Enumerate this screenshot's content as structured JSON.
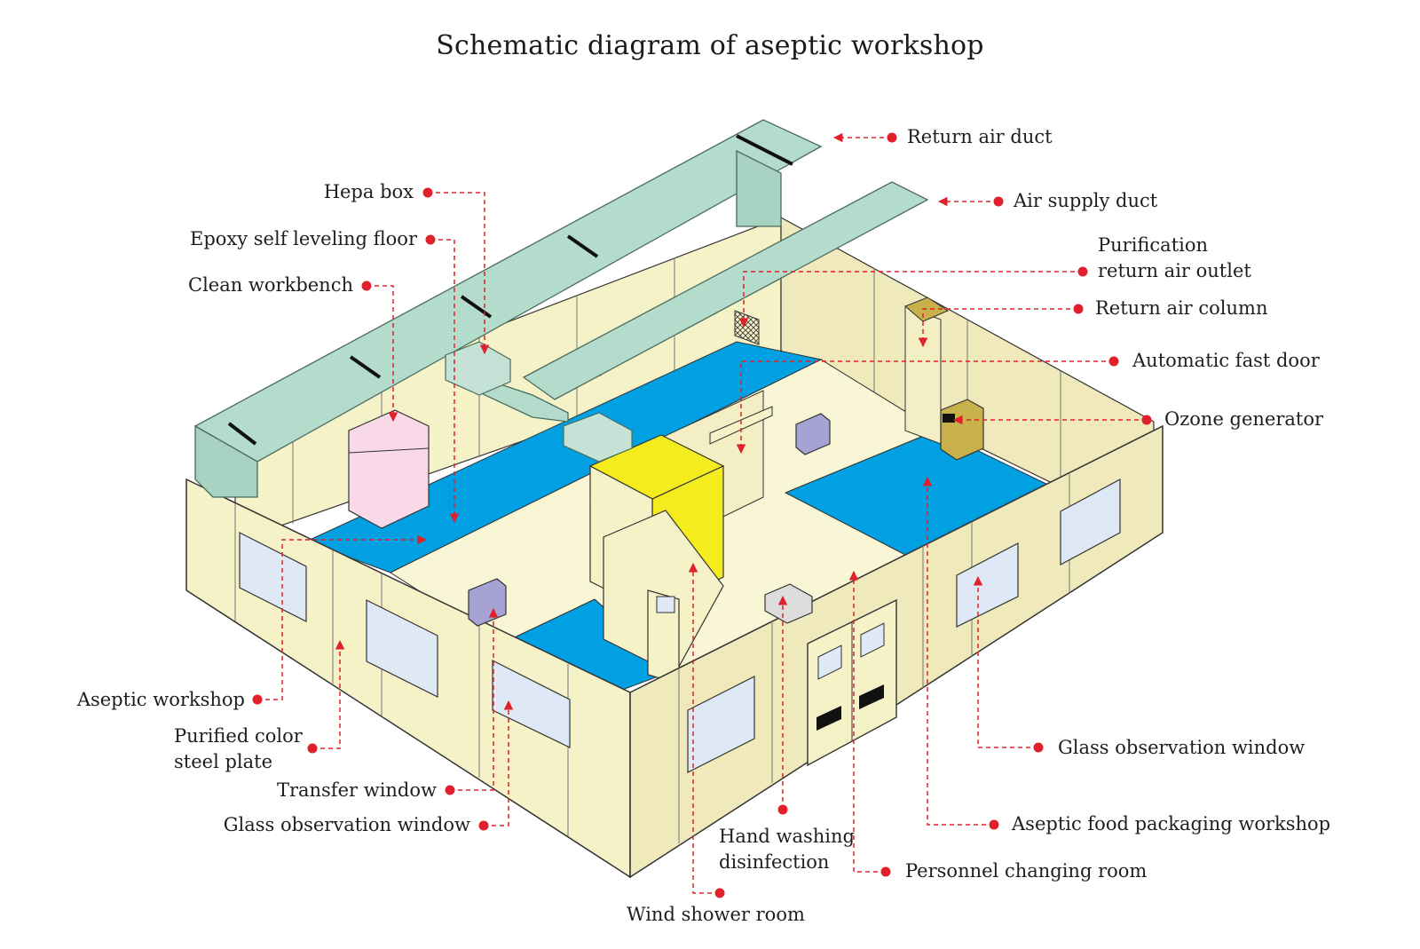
{
  "title": "Schematic diagram of aseptic workshop",
  "colors": {
    "panel": "#f6f2c8",
    "panel_shade": "#eae4b2",
    "floor": "#00a0e3",
    "duct": "#b4dccd",
    "accent": "#e0202a",
    "shower_room": "#f4ec1c",
    "window": "#dfe9f6",
    "workbench": "#f9d8e8",
    "device": "#a7a2d4",
    "ozone": "#c8b14a"
  },
  "labels": {
    "return_air_duct": "Return air duct",
    "air_supply_duct": "Air supply duct",
    "hepa_box": "Hepa box",
    "epoxy_floor": "Epoxy self leveling floor",
    "clean_workbench": "Clean workbench",
    "purification_outlet_line1": "Purification",
    "purification_outlet_line2": "return air outlet",
    "return_air_column": "Return air column",
    "automatic_fast_door": "Automatic fast door",
    "ozone_generator": "Ozone generator",
    "aseptic_workshop": "Aseptic workshop",
    "purified_plate_line1": "Purified color",
    "purified_plate_line2": "steel plate",
    "transfer_window": "Transfer window",
    "glass_window_left": "Glass observation window",
    "glass_window_right": "Glass observation window",
    "hand_washing_line1": "Hand washing",
    "hand_washing_line2": "disinfection",
    "wind_shower_room": "Wind shower room",
    "personnel_changing_room": "Personnel changing room",
    "aseptic_packaging": "Aseptic food packaging workshop"
  }
}
